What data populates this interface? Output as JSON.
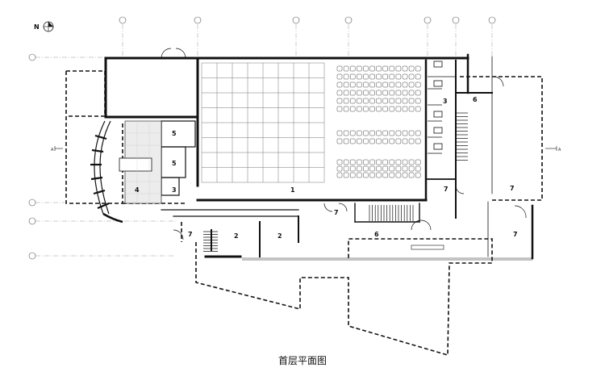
{
  "caption": "首层平面图",
  "north_label": "N",
  "section_marks": [
    "A",
    "A"
  ],
  "room_labels": [
    {
      "id": "r1",
      "text": "1"
    },
    {
      "id": "r2a",
      "text": "2"
    },
    {
      "id": "r2b",
      "text": "2"
    },
    {
      "id": "r3a",
      "text": "3"
    },
    {
      "id": "r3b",
      "text": "3"
    },
    {
      "id": "r4",
      "text": "4"
    },
    {
      "id": "r5a",
      "text": "5"
    },
    {
      "id": "r5b",
      "text": "5"
    },
    {
      "id": "r6a",
      "text": "6"
    },
    {
      "id": "r6b",
      "text": "6"
    },
    {
      "id": "r7a",
      "text": "7"
    },
    {
      "id": "r7b",
      "text": "7"
    },
    {
      "id": "r7c",
      "text": "7"
    },
    {
      "id": "r7d",
      "text": "7"
    },
    {
      "id": "r7e",
      "text": "7"
    }
  ]
}
